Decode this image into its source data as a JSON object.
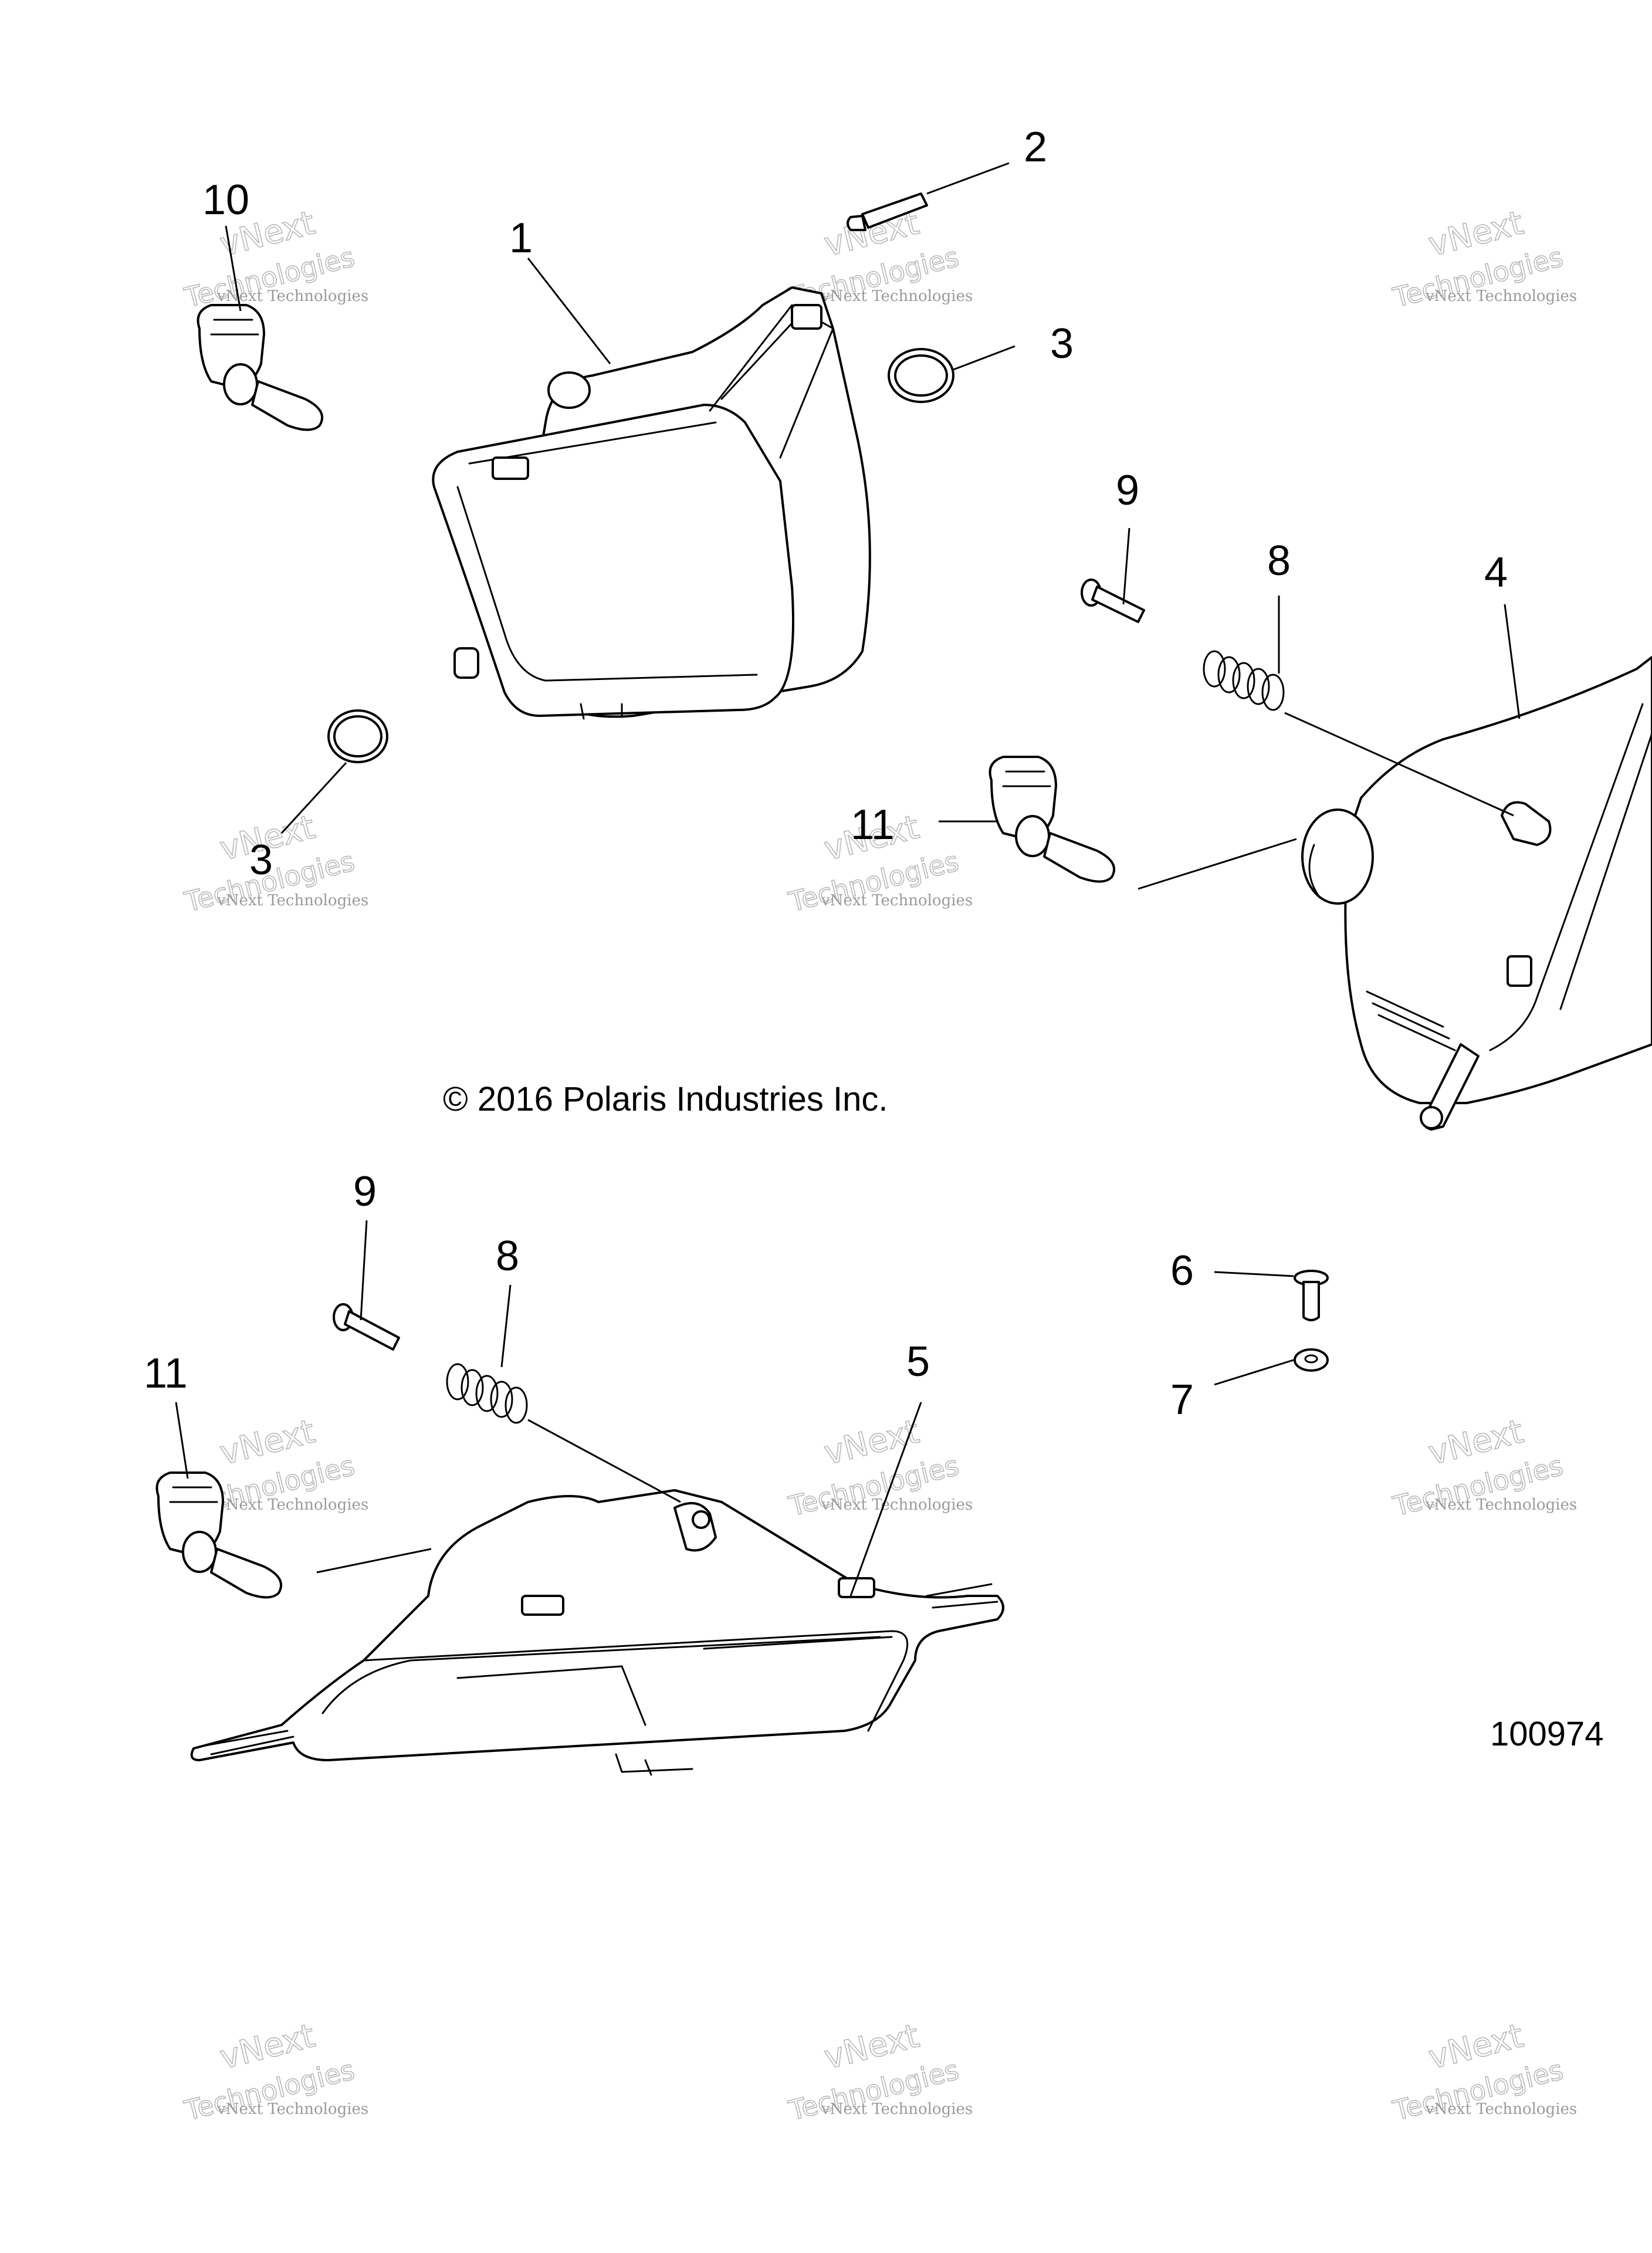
{
  "diagram": {
    "copyright": "© 2016 Polaris Industries Inc.",
    "figure_number": "100974",
    "watermark": {
      "line1": "vNext Technologies",
      "line2": "vNext",
      "line3": "Technologies"
    },
    "callouts": {
      "c1": "1",
      "c2": "2",
      "c3a": "3",
      "c3b": "3",
      "c4": "4",
      "c5": "5",
      "c6": "6",
      "c7": "7",
      "c8a": "8",
      "c8b": "8",
      "c9a": "9",
      "c9b": "9",
      "c10": "10",
      "c11a": "11",
      "c11b": "11"
    }
  }
}
